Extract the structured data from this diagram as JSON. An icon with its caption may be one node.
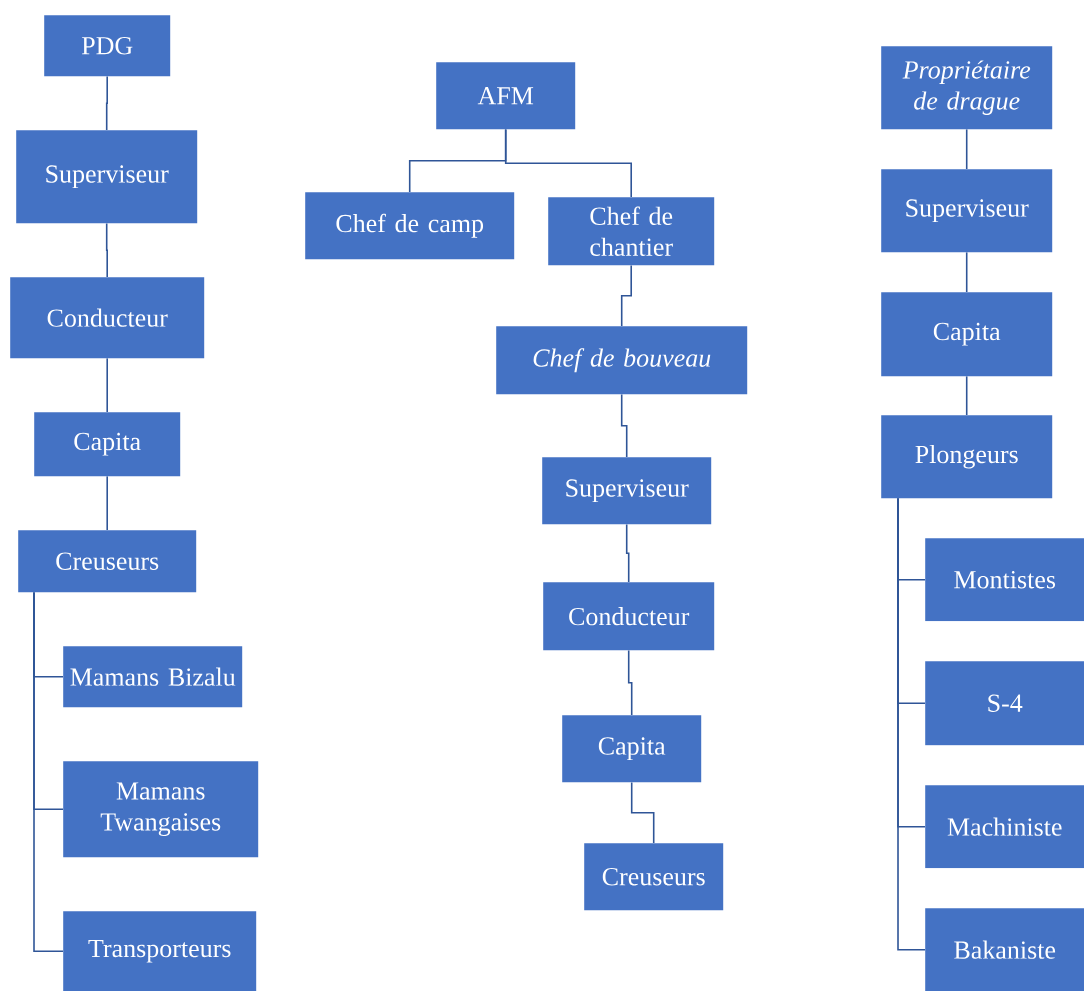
{
  "diagram": {
    "nodes": [
      {
        "text": [
          "PDG"
        ]
      },
      {
        "text": [
          "Superviseur"
        ]
      },
      {
        "text": [
          "Conducteur"
        ]
      },
      {
        "text": [
          "Capita"
        ]
      },
      {
        "text": [
          "Creuseurs"
        ]
      },
      {
        "text": [
          "Mamans Bizalu"
        ]
      },
      {
        "text": [
          "Mamans Twangaises"
        ]
      },
      {
        "text": [
          "Transporteurs"
        ]
      },
      {
        "text": [
          "AFM"
        ]
      },
      {
        "text": [
          "Chef de camp"
        ]
      },
      {
        "text": [
          "Chef de chantier"
        ]
      },
      {
        "text": [
          "Chef de bouveau"
        ]
      },
      {
        "text": [
          "Superviseur"
        ]
      },
      {
        "text": [
          "Conducteur"
        ]
      },
      {
        "text": [
          "Capita"
        ]
      },
      {
        "text": [
          "Creuseurs"
        ]
      },
      {
        "text": [
          "Propriétaire de drague"
        ]
      },
      {
        "text": [
          "Superviseur"
        ]
      },
      {
        "text": [
          "Capita"
        ]
      },
      {
        "text": [
          "Plongeurs"
        ]
      },
      {
        "text": [
          "Montistes"
        ]
      },
      {
        "text": [
          "S-4"
        ]
      },
      {
        "text": [
          "Machiniste"
        ]
      },
      {
        "text": [
          "Bakaniste"
        ]
      }
    ],
    "edges": [
      {
        "from": 0,
        "to": 1,
        "arrow": "none"
      },
      {
        "from": 1,
        "to": 2,
        "arrow": "none"
      },
      {
        "from": 2,
        "to": 3,
        "arrow": "none"
      },
      {
        "from": 3,
        "to": 4,
        "arrow": "none"
      },
      {
        "from": 4,
        "to": 5,
        "arrow": "none"
      },
      {
        "from": 4,
        "to": 6,
        "arrow": "none"
      },
      {
        "from": 4,
        "to": 7,
        "arrow": "none"
      },
      {
        "from": 8,
        "to": 9,
        "arrow": "none"
      },
      {
        "from": 8,
        "to": 10,
        "arrow": "none"
      },
      {
        "from": 10,
        "to": 11,
        "arrow": "none"
      },
      {
        "from": 11,
        "to": 12,
        "arrow": "none"
      },
      {
        "from": 12,
        "to": 13,
        "arrow": "none"
      },
      {
        "from": 13,
        "to": 14,
        "arrow": "none"
      },
      {
        "from": 14,
        "to": 15,
        "arrow": "none"
      },
      {
        "from": 16,
        "to": 17,
        "arrow": "none"
      },
      {
        "from": 17,
        "to": 18,
        "arrow": "none"
      },
      {
        "from": 18,
        "to": 19,
        "arrow": "none"
      },
      {
        "from": 19,
        "to": 20,
        "arrow": "none"
      },
      {
        "from": 19,
        "to": 21,
        "arrow": "none"
      },
      {
        "from": 19,
        "to": 22,
        "arrow": "none"
      },
      {
        "from": 19,
        "to": 23,
        "arrow": "none"
      }
    ]
  }
}
